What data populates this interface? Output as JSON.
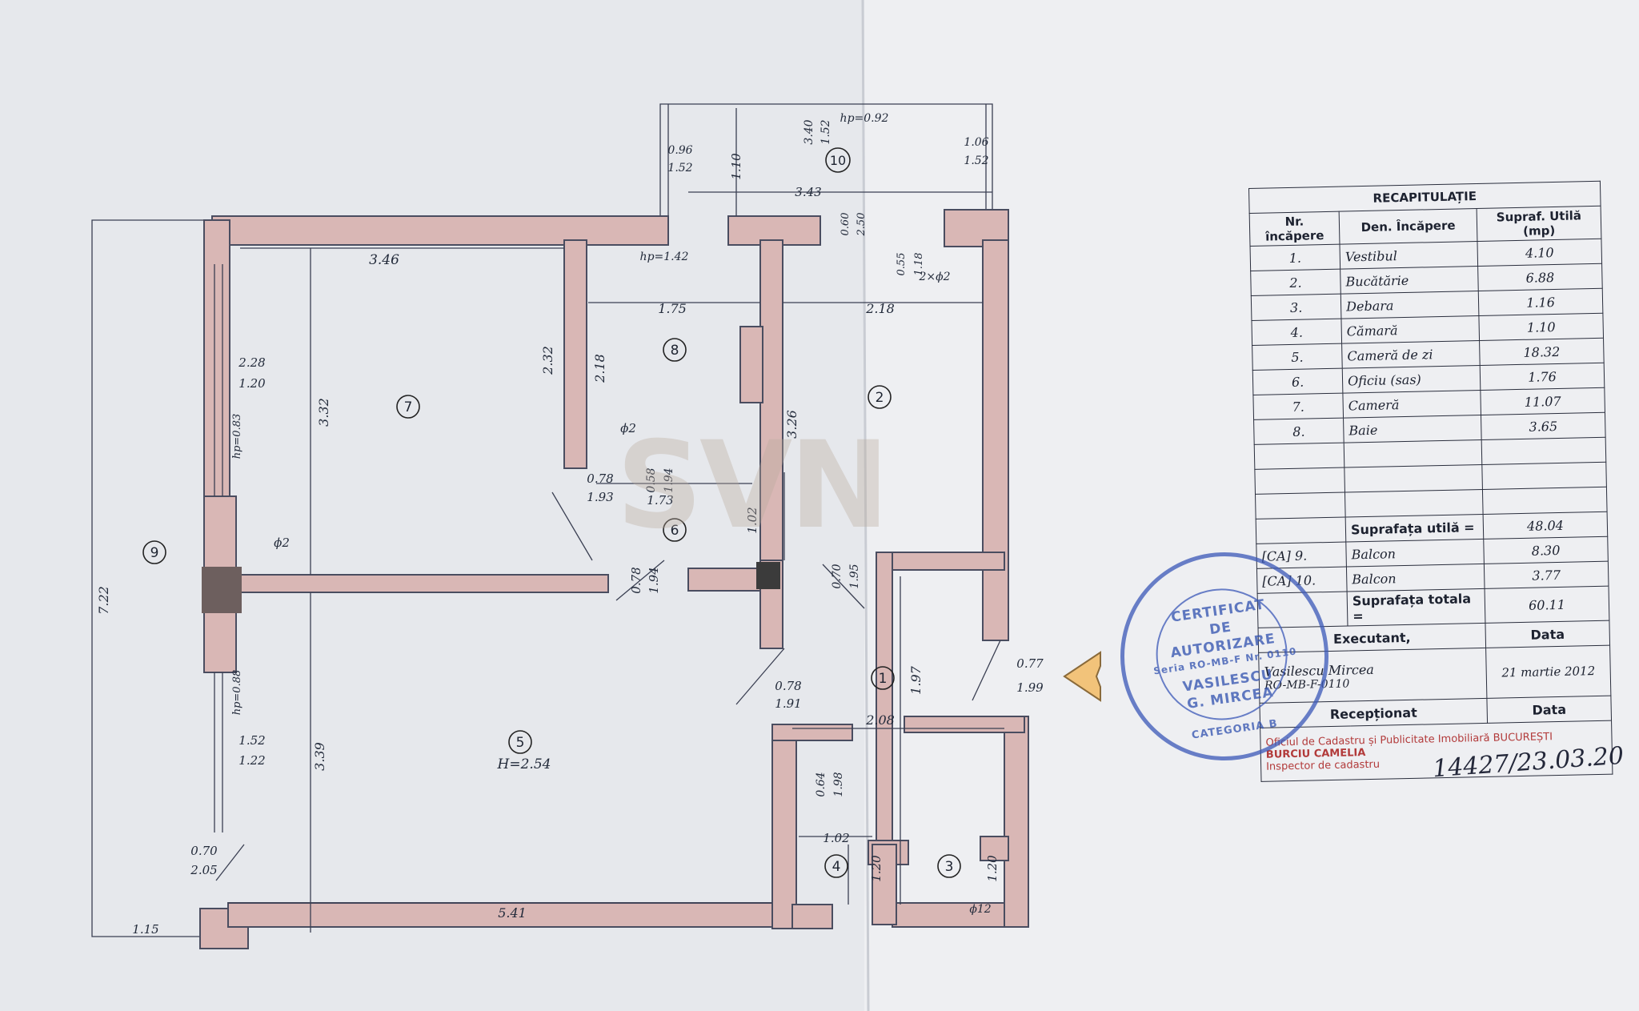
{
  "watermark": "SVN",
  "rooms": [
    {
      "num": "1"
    },
    {
      "num": "2"
    },
    {
      "num": "3"
    },
    {
      "num": "4"
    },
    {
      "num": "5"
    },
    {
      "num": "6"
    },
    {
      "num": "7"
    },
    {
      "num": "8"
    },
    {
      "num": "9"
    },
    {
      "num": "10"
    }
  ],
  "labels": {
    "h_height": "H=2.54",
    "d346": "3.46",
    "d175": "1.75",
    "d218": "2.18",
    "d332": "3.32",
    "d232": "2.32",
    "d218v": "2.18",
    "d326": "3.26",
    "d541": "5.41",
    "d339": "3.39",
    "d722": "7.22",
    "d208": "2.08",
    "d197": "1.97",
    "d173": "1.73",
    "d343": "3.43",
    "d110": "1.10",
    "d228": "2.28",
    "d120a": "1.20",
    "d152": "1.52",
    "d122": "1.22",
    "d070": "0.70",
    "d205": "2.05",
    "d115": "1.15",
    "d102": "1.02",
    "d102b": "1.02",
    "d120b": "1.20",
    "d120c": "1.20",
    "d078": "0.78",
    "d193": "1.93",
    "d078b": "0.78",
    "d194": "1.94",
    "d078c": "0.78",
    "d191": "1.91",
    "d077": "0.77",
    "d199": "1.99",
    "d096": "0.96",
    "d152b": "1.52",
    "d106": "1.06",
    "d152c": "1.52",
    "d340": "3.40",
    "d152d": "1.52",
    "hp092": "hp=0.92",
    "hp142": "hp=1.42",
    "hp083": "hp=0.83",
    "hp088": "hp=0.88",
    "phi2a": "ϕ2",
    "phi2b": "ϕ2",
    "phi12": "ϕ12",
    "twophi2": "2×ϕ2",
    "d058": "0.58",
    "d194b": "1.94",
    "d064": "0.64",
    "d198": "1.98",
    "d070b": "0.70",
    "d195": "1.95",
    "d055": "0.55",
    "d118": "1.18",
    "d060": "0.60",
    "d250": "2.50"
  },
  "recap": {
    "title": "RECAPITULAȚIE",
    "headers": [
      "Nr. încăpere",
      "Den. Încăpere",
      "Supraf. Utilă (mp)"
    ],
    "rows": [
      {
        "nr": "1.",
        "name": "Vestibul",
        "area": "4.10"
      },
      {
        "nr": "2.",
        "name": "Bucătărie",
        "area": "6.88"
      },
      {
        "nr": "3.",
        "name": "Debara",
        "area": "1.16"
      },
      {
        "nr": "4.",
        "name": "Cămară",
        "area": "1.10"
      },
      {
        "nr": "5.",
        "name": "Cameră de zi",
        "area": "18.32"
      },
      {
        "nr": "6.",
        "name": "Oficiu (sas)",
        "area": "1.76"
      },
      {
        "nr": "7.",
        "name": "Cameră",
        "area": "11.07"
      },
      {
        "nr": "8.",
        "name": "Baie",
        "area": "3.65"
      }
    ],
    "util_label": "Suprafața utilă =",
    "util_value": "48.04",
    "balc": [
      {
        "tag": "[CA]",
        "nr": "9.",
        "name": "Balcon",
        "area": "8.30"
      },
      {
        "tag": "[CA]",
        "nr": "10.",
        "name": "Balcon",
        "area": "3.77"
      }
    ],
    "total_label": "Suprafața totala =",
    "total_value": "60.11",
    "exec_label": "Executant,",
    "data_label": "Data",
    "exec_name": "Vasilescu Mircea",
    "exec_code": "RO-MB-F-0110",
    "exec_date": "21 martie 2012",
    "recv_label": "Recepționat",
    "recv_data": "Data",
    "recv_office": "Oficiul de Cadastru și Publicitate Imobiliară BUCUREȘTI",
    "recv_person": "BURCIU CAMELIA",
    "recv_role": "Inspector de cadastru"
  },
  "stamp": {
    "line1": "CERTIFICAT",
    "line2": "DE",
    "line3": "AUTORIZARE",
    "line4": "Seria RO-MB-F Nr. 0110",
    "line5": "VASILESCU",
    "line6": "G. MIRCEA",
    "line7": "CATEGORIA B"
  },
  "registration": "14427/23.03.20"
}
